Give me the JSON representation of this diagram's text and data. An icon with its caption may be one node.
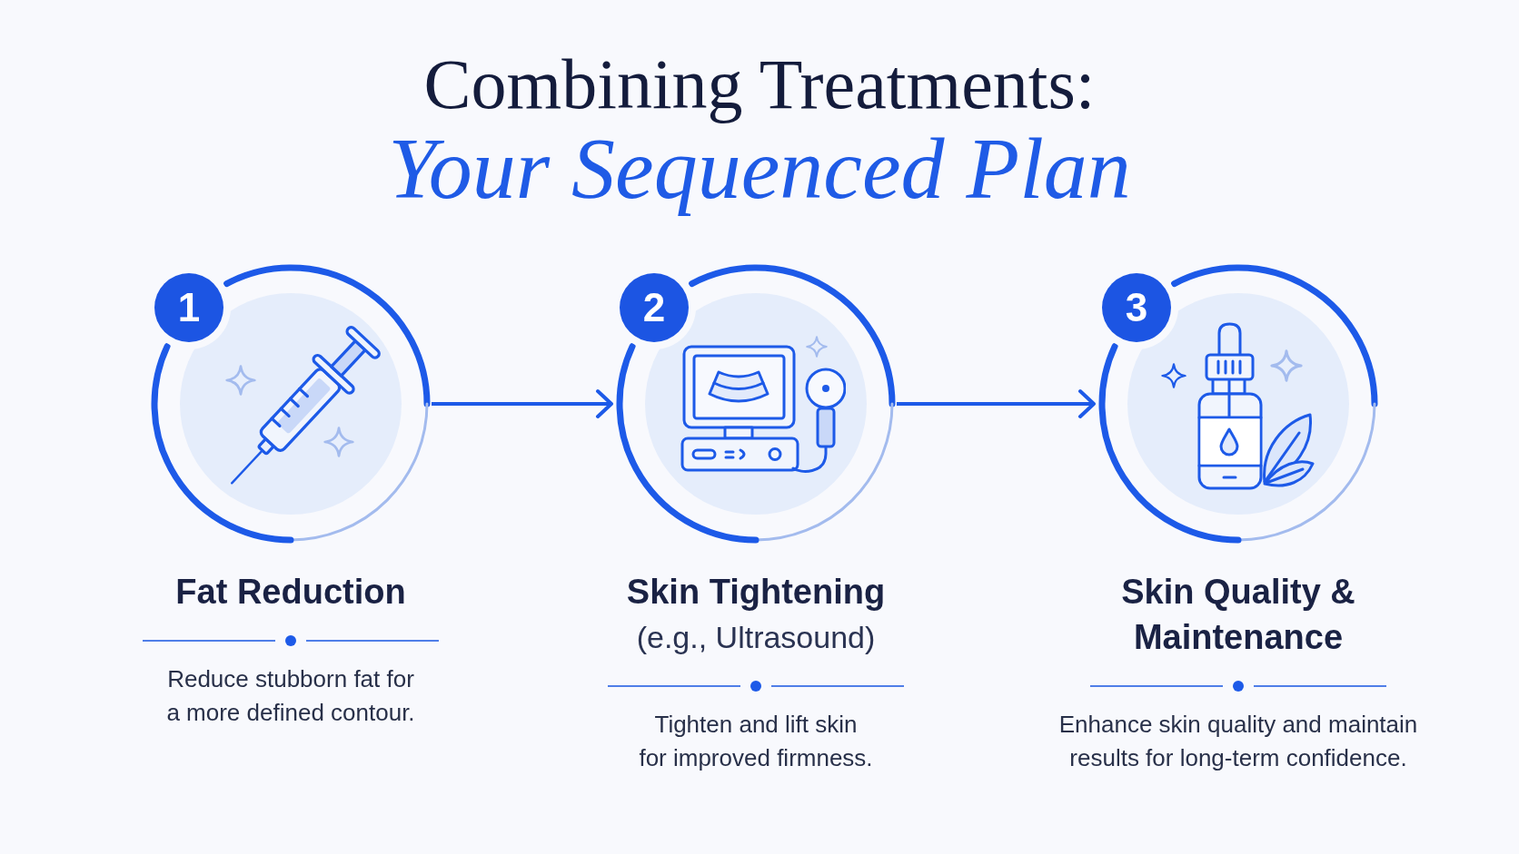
{
  "diagram": {
    "title": "Combining Treatments: *Your Sequenced Plan*",
    "nodes": [
      {
        "text": [
          "1"
        ],
        "beside": [
          "Fat Reduction",
          "Reduce stubborn fat for a more defined contour."
        ]
      },
      {
        "text": [
          "2"
        ],
        "beside": [
          "Skin Tightening",
          "(e.g., Ultrasound)",
          "Tighten and lift skin for improved firmness."
        ]
      },
      {
        "text": [
          "3"
        ],
        "beside": [
          "Skin Quality & Maintenance",
          "Enhance skin quality and maintain results for long-term confidence."
        ]
      }
    ],
    "edges": [
      {
        "from": 0,
        "to": 1,
        "arrow": "to"
      },
      {
        "from": 1,
        "to": 2,
        "arrow": "to"
      }
    ]
  }
}
